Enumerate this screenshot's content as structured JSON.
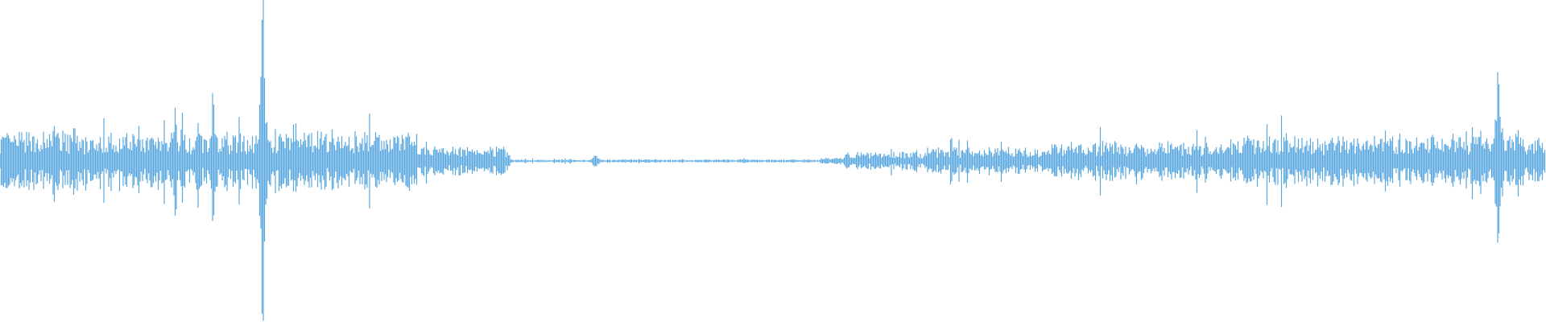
{
  "waveform": {
    "color": "#5aa8e0",
    "background": "#ffffff",
    "baseline_amplitude": 0.035,
    "segments": [
      {
        "from": 0.0,
        "to": 0.27,
        "level": 0.07
      },
      {
        "from": 0.27,
        "to": 0.33,
        "level": 0.035
      },
      {
        "from": 0.33,
        "to": 0.53,
        "level": 0.004
      },
      {
        "from": 0.53,
        "to": 0.548,
        "level": 0.008
      },
      {
        "from": 0.548,
        "to": 0.6,
        "level": 0.022
      },
      {
        "from": 0.6,
        "to": 0.68,
        "level": 0.032
      },
      {
        "from": 0.68,
        "to": 0.8,
        "level": 0.045
      },
      {
        "from": 0.8,
        "to": 1.0,
        "level": 0.06
      }
    ],
    "peaks": [
      {
        "pos": 0.035,
        "amp": 0.16
      },
      {
        "pos": 0.048,
        "amp": 0.12
      },
      {
        "pos": 0.113,
        "amp": 0.2
      },
      {
        "pos": 0.118,
        "amp": 0.17
      },
      {
        "pos": 0.138,
        "amp": 0.3
      },
      {
        "pos": 0.17,
        "amp": 0.62
      },
      {
        "pos": 0.19,
        "amp": 0.13
      },
      {
        "pos": 0.215,
        "amp": 0.12
      },
      {
        "pos": 0.245,
        "amp": 0.1
      },
      {
        "pos": 0.256,
        "amp": 0.11
      },
      {
        "pos": 0.282,
        "amp": 0.05
      },
      {
        "pos": 0.31,
        "amp": 0.035
      },
      {
        "pos": 0.385,
        "amp": 0.03
      },
      {
        "pos": 0.548,
        "amp": 0.045
      },
      {
        "pos": 0.707,
        "amp": 0.07
      },
      {
        "pos": 0.78,
        "amp": 0.08
      },
      {
        "pos": 0.845,
        "amp": 0.09
      },
      {
        "pos": 0.869,
        "amp": 0.1
      },
      {
        "pos": 0.94,
        "amp": 0.09
      },
      {
        "pos": 0.957,
        "amp": 0.12
      },
      {
        "pos": 0.969,
        "amp": 0.38
      }
    ]
  }
}
